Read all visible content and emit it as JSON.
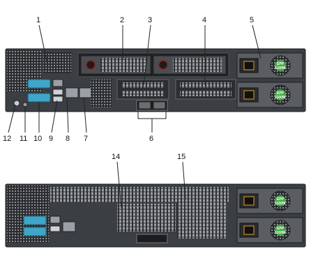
{
  "callouts": {
    "c1": "1",
    "c2": "2",
    "c3": "3",
    "c4": "4",
    "c5": "5",
    "c6": "6",
    "c7": "7",
    "c8": "8",
    "c9": "9",
    "c10": "10",
    "c11": "11",
    "c12": "12",
    "c14": "14",
    "c15": "15"
  },
  "psu": {
    "label_top": "EPP",
    "label_watts": "1100W"
  },
  "colors": {
    "chassis": "#3b3e42",
    "port_blue": "#3ea6c9",
    "psu_green": "#4aa84a",
    "psu_orange": "#e39b2d",
    "line": "#222222"
  }
}
